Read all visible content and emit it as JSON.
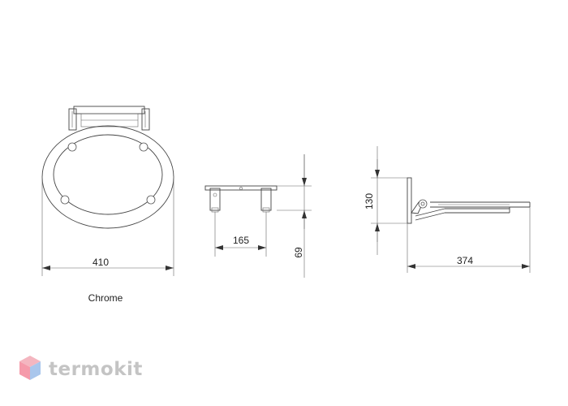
{
  "front_view": {
    "width_dim": "410",
    "finish_label": "Chrome"
  },
  "top_view": {
    "offset_dim": "165",
    "depth_dim": "69"
  },
  "side_view": {
    "height_dim": "130",
    "length_dim": "374"
  },
  "brand": {
    "name": "termokit",
    "colors": {
      "top": "#f4b6c0",
      "left": "#f59aaa",
      "right": "#a9c6ec"
    }
  }
}
